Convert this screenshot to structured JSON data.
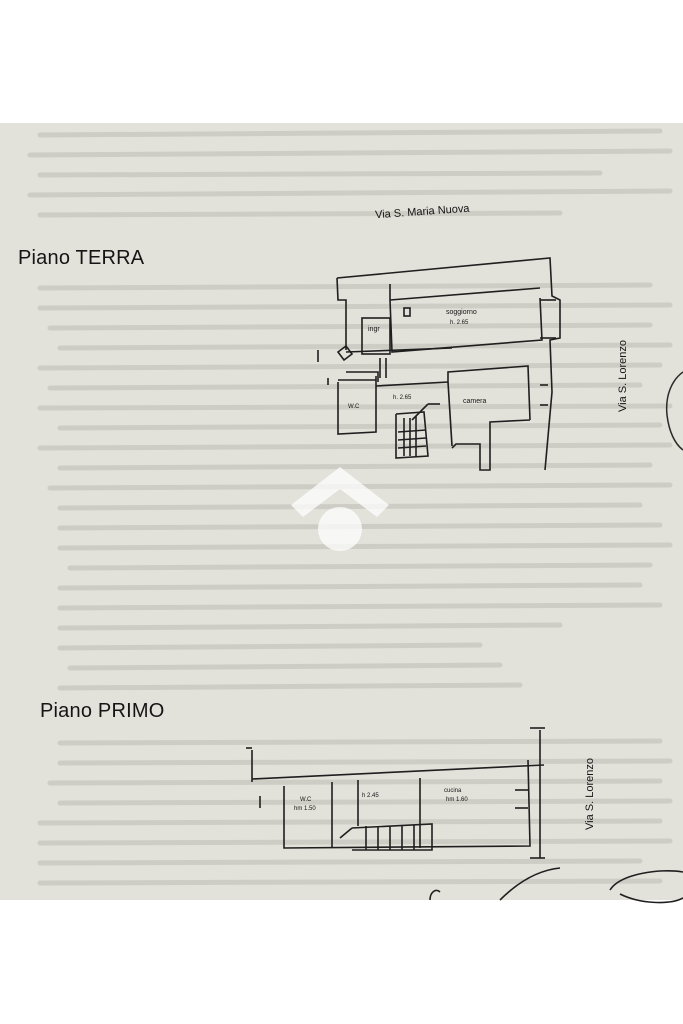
{
  "plans": {
    "ground": {
      "title": "Piano TERRA",
      "street_top": "Via S. Maria Nuova",
      "street_side": "Via S. Lorenzo",
      "rooms": {
        "soggiorno": "soggiorno",
        "soggiorno_h": "h. 2.65",
        "ingr": "ingr",
        "hall_h": "h. 2.65",
        "wc": "W.C",
        "camera": "camera"
      }
    },
    "first": {
      "title": "Piano PRIMO",
      "street_side": "Via S. Lorenzo",
      "rooms": {
        "wc": "W.C",
        "wc_h": "hm 1.50",
        "hall_h": "h 2.45",
        "cucina": "cucina",
        "cucina_h": "hm 1.60"
      }
    }
  },
  "colors": {
    "paper": "#e2e1da",
    "ink": "#1c1c1c",
    "watermark": "#ffffff"
  },
  "icons": {
    "watermark": "house-logo-icon"
  }
}
